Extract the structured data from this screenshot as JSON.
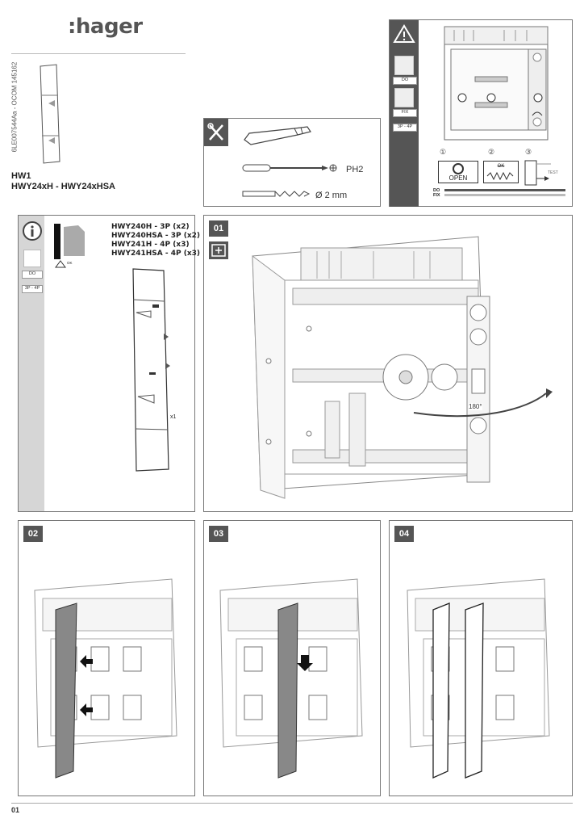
{
  "brand": {
    "logo_text": ":hager"
  },
  "document": {
    "ref_code": "6LE007544Aa - OCOM 145162",
    "product_model": "HW1",
    "product_range": "HWY24xH - HWY24xHSA",
    "page_number": "01"
  },
  "tools": {
    "screwdriver_label": "PH2",
    "drill_label": "Ø 2 mm"
  },
  "warning_panel": {
    "tag_do": "DO",
    "tag_fix": "FIX",
    "tag_poles": "3P - 4P",
    "markers": [
      "①",
      "②",
      "③"
    ],
    "open_label": "OPEN",
    "ok_label": "OK",
    "test_label": "TEST",
    "legend_do": "DO",
    "legend_fix": "FIX"
  },
  "info_panel": {
    "tag_do": "DO",
    "tag_poles": "3P - 4P",
    "ok_label": "OK",
    "references": [
      "HWY240H - 3P (x2)",
      "HWY240HSA - 3P (x2)",
      "HWY241H - 4P (x3)",
      "HWY241HSA - 4P (x3)"
    ],
    "quantity": "x1"
  },
  "steps": [
    {
      "number": "01",
      "angle_label": "180°"
    },
    {
      "number": "02"
    },
    {
      "number": "03"
    },
    {
      "number": "04"
    }
  ]
}
